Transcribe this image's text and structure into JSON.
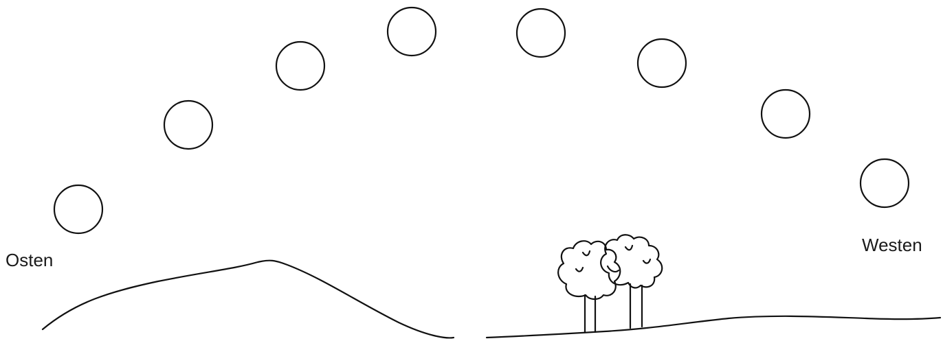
{
  "labels": {
    "east": "Osten",
    "west": "Westen"
  },
  "sun_positions_count": 8,
  "colors": {
    "stroke": "#111111",
    "background": "#ffffff"
  }
}
